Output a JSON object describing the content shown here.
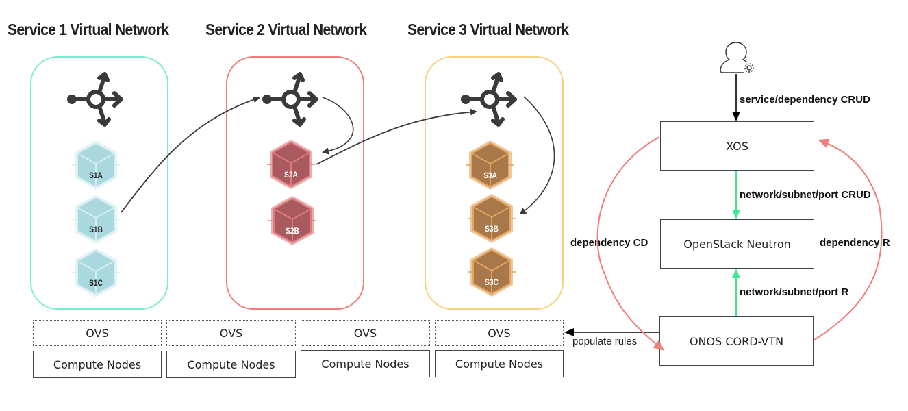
{
  "networks": [
    {
      "title": "Service 1 Virtual Network",
      "border_color": "#7eecd0",
      "cube_fill": "#a9d8df",
      "cube_edge": "#d4eef2",
      "label_color": "#222222",
      "instances": [
        "S1A",
        "S1B",
        "S1C"
      ]
    },
    {
      "title": "Service 2 Virtual Network",
      "border_color": "#f17d7a",
      "cube_fill": "#a85a5e",
      "cube_edge": "#e07a7c",
      "label_color": "#ffffff",
      "instances": [
        "S2A",
        "S2B"
      ]
    },
    {
      "title": "Service 3 Virtual Network",
      "border_color": "#f7d27e",
      "cube_fill": "#a8774a",
      "cube_edge": "#e2a45e",
      "label_color": "#ffffff",
      "instances": [
        "S3A",
        "S3B",
        "S3C"
      ]
    }
  ],
  "nodes": [
    {
      "ovs": "OVS",
      "compute": "Compute Nodes"
    },
    {
      "ovs": "OVS",
      "compute": "Compute Nodes"
    },
    {
      "ovs": "OVS",
      "compute": "Compute Nodes"
    },
    {
      "ovs": "OVS",
      "compute": "Compute Nodes"
    }
  ],
  "control": {
    "xos": "XOS",
    "neutron": "OpenStack Neutron",
    "onos": "ONOS CORD-VTN",
    "edges": {
      "user_to_xos": "service/dependency CRUD",
      "xos_to_neutron": "network/subnet/port CRUD",
      "onos_to_neutron": "network/subnet/port R",
      "xos_to_onos": "dependency CD",
      "onos_to_xos": "dependency R",
      "onos_to_ovs": "populate rules"
    }
  },
  "colors": {
    "green_arrow": "#3de88f",
    "red_arrow": "#f17d7a",
    "dark": "#3a3a3c"
  }
}
